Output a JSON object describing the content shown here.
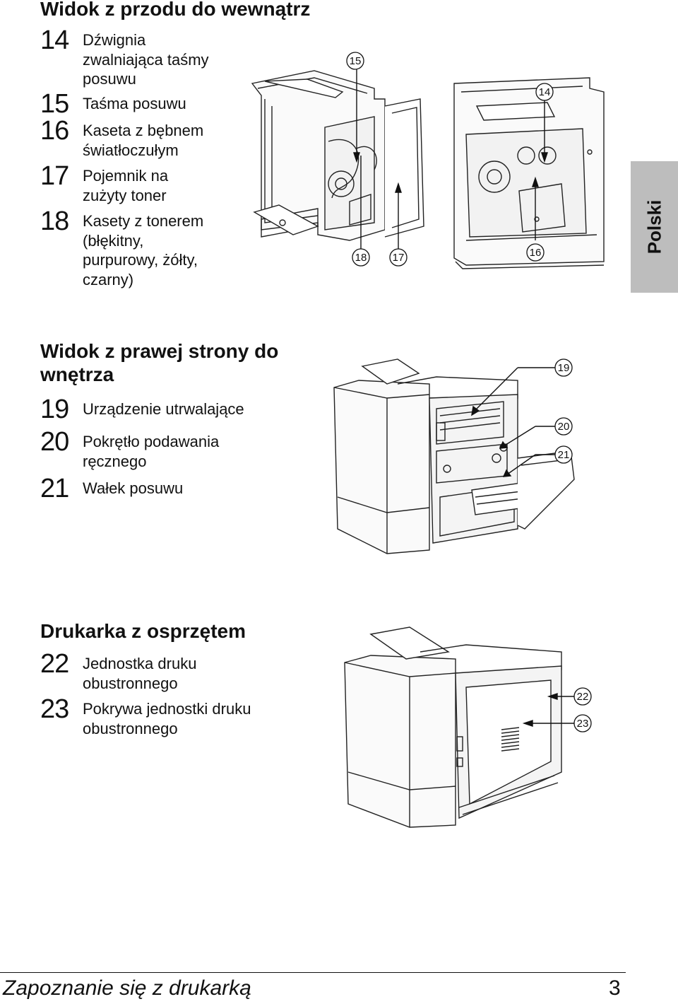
{
  "sections": [
    {
      "title": "Widok z przodu do wewnątrz",
      "items": [
        {
          "number": "14",
          "label": "Dźwignia zwalniająca taśmy posuwu"
        },
        {
          "number": "15",
          "label": "Taśma posuwu"
        },
        {
          "number": "16",
          "label": "Kaseta z bębnem światłoczułym"
        },
        {
          "number": "17",
          "label": "Pojemnik na zużyty toner"
        },
        {
          "number": "18",
          "label": "Kasety z tonerem (błękitny, purpurowy, żółty, czarny)"
        }
      ],
      "callouts": [
        "15",
        "18",
        "17",
        "14",
        "16"
      ]
    },
    {
      "title": "Widok z prawej strony do wnętrza",
      "items": [
        {
          "number": "19",
          "label": "Urządzenie utrwalające"
        },
        {
          "number": "20",
          "label": "Pokrętło podawania ręcznego"
        },
        {
          "number": "21",
          "label": "Wałek posuwu"
        }
      ],
      "callouts": [
        "19",
        "20",
        "21"
      ]
    },
    {
      "title": "Drukarka z osprzętem",
      "items": [
        {
          "number": "22",
          "label": "Jednostka druku obustronnego"
        },
        {
          "number": "23",
          "label": "Pokrywa jednostki druku obustronnego"
        }
      ],
      "callouts": [
        "22",
        "23"
      ]
    }
  ],
  "side_tab": {
    "label": "Polski"
  },
  "footer": {
    "title": "Zapoznanie się z drukarką",
    "page_number": "3"
  }
}
